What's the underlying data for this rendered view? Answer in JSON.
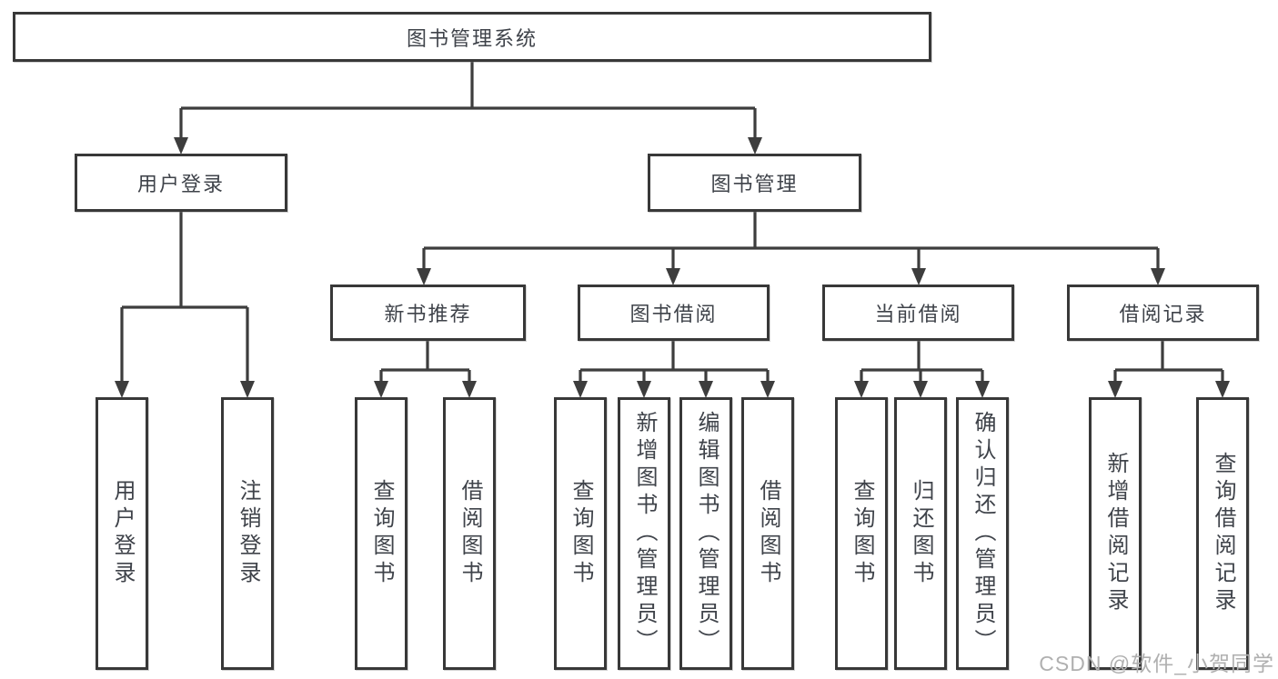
{
  "tree": {
    "label": "图书管理系统",
    "children": [
      {
        "label": "用户登录",
        "children": [
          {
            "label": "用户登录"
          },
          {
            "label": "注销登录"
          }
        ]
      },
      {
        "label": "图书管理",
        "children": [
          {
            "label": "新书推荐",
            "children": [
              {
                "label": "查询图书"
              },
              {
                "label": "借阅图书"
              }
            ]
          },
          {
            "label": "图书借阅",
            "children": [
              {
                "label": "查询图书"
              },
              {
                "label": "新增图书（管理员）"
              },
              {
                "label": "编辑图书（管理员）"
              },
              {
                "label": "借阅图书"
              }
            ]
          },
          {
            "label": "当前借阅",
            "children": [
              {
                "label": "查询图书"
              },
              {
                "label": "归还图书"
              },
              {
                "label": "确认归还（管理员）"
              }
            ]
          },
          {
            "label": "借阅记录",
            "children": [
              {
                "label": "新增借阅记录"
              },
              {
                "label": "查询借阅记录"
              }
            ]
          }
        ]
      }
    ]
  },
  "watermark": {
    "text": "CSDN @软件_小贺同学"
  },
  "colors": {
    "border": "#383838",
    "line": "#3d3d3d",
    "text": "#3f434a",
    "watermark": "#b0b0b0",
    "bg": "#ffffff"
  }
}
